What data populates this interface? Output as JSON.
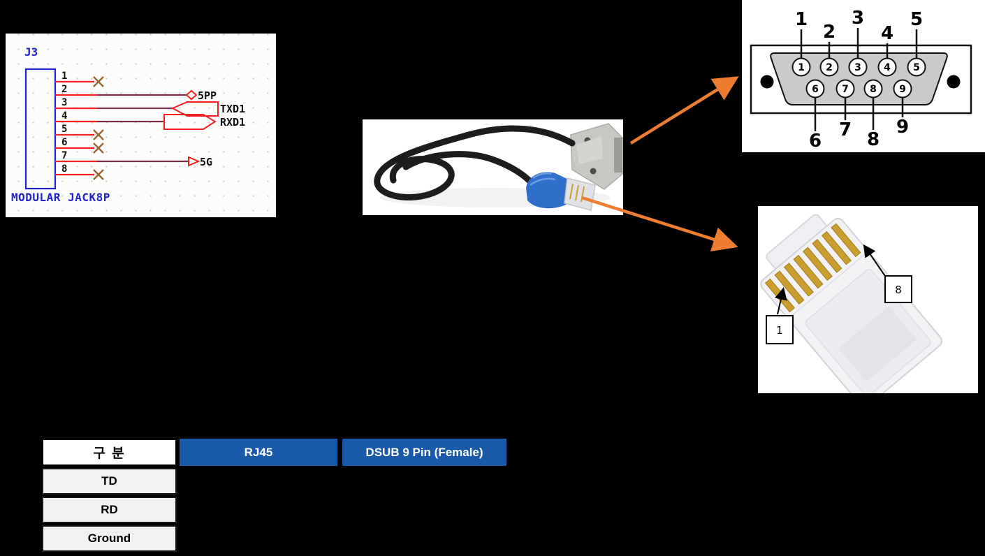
{
  "page": {
    "background": "#000000"
  },
  "schematic": {
    "designator": "J3",
    "part_label": "MODULAR JACK8P",
    "pin_numbers": [
      "1",
      "2",
      "3",
      "4",
      "5",
      "6",
      "7",
      "8"
    ],
    "net_labels": {
      "pin2": "5PP",
      "pin3": "TXD1",
      "pin4": "RXD1",
      "pin7": "5G"
    },
    "no_connect_pins": [
      "1",
      "5",
      "6",
      "8"
    ],
    "colors": {
      "symbol_blue": "#2323CC",
      "wire_red": "#F22020",
      "wire_dark": "#7B2F4F",
      "no_connect_brown": "#996633"
    }
  },
  "dsub_diagram": {
    "pins_top": [
      "1",
      "2",
      "3",
      "4",
      "5"
    ],
    "pins_bottom": [
      "6",
      "7",
      "8",
      "9"
    ]
  },
  "rj45_photo": {
    "pin_first_label": "1",
    "pin_last_label": "8"
  },
  "arrows": {
    "color": "#ED7D31"
  },
  "table": {
    "header": {
      "col1": "구 분",
      "col2": "RJ45",
      "col3": "DSUB 9 Pin (Female)"
    },
    "rows": [
      {
        "label": "TD"
      },
      {
        "label": "RD"
      },
      {
        "label": "Ground"
      }
    ],
    "header_blue": "#185AA9"
  }
}
